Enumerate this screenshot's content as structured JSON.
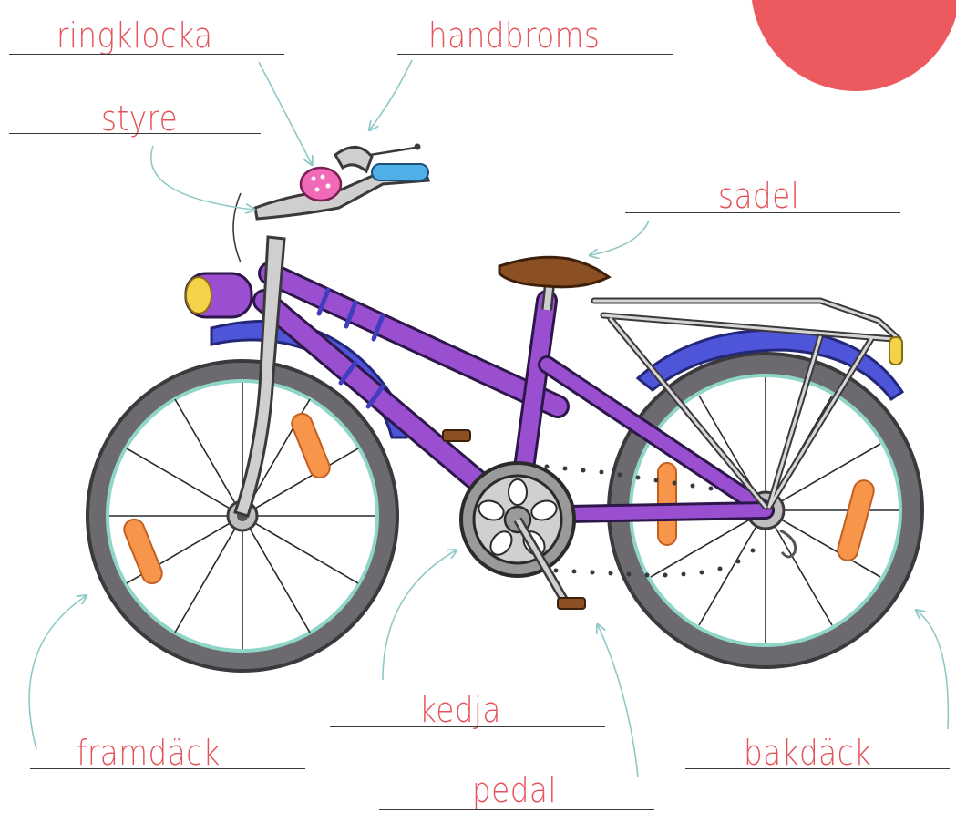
{
  "colors": {
    "label": "#e5535a",
    "arrow": "#8fc9c8",
    "frame": "#9a4fd0",
    "fender": "#4f55d8",
    "badge": "#ec5a5f"
  },
  "labels": {
    "ringklocka": "ringklocka",
    "handbroms": "handbroms",
    "styre": "styre",
    "sadel": "sadel",
    "kedja": "kedja",
    "framdack": "framdäck",
    "pedal": "pedal",
    "bakdack": "bakdäck"
  },
  "icons": {
    "bicycle": "bicycle-illustration",
    "badge": "red-circle-badge"
  }
}
